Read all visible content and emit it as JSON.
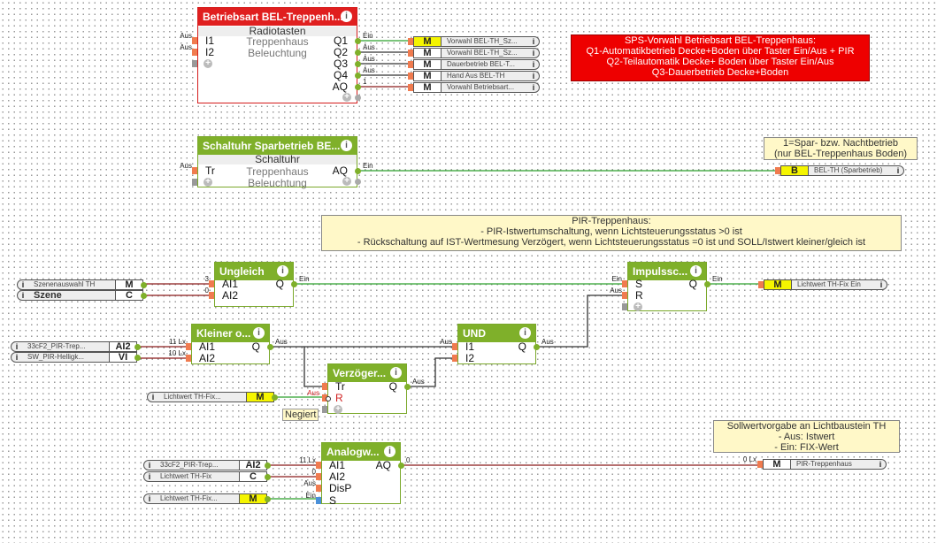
{
  "blocks": [
    {
      "title": "Betriebsart BEL-Treppenh...",
      "header": "Radiotasten",
      "lines": [
        "Treppenhaus",
        "Beleuchtung"
      ],
      "inputs": [
        {
          "label": "I1",
          "value": "Aus"
        },
        {
          "label": "I2",
          "value": "Aus"
        }
      ],
      "outputs": [
        {
          "label": "Q1",
          "value": "Ein"
        },
        {
          "label": "Q2",
          "value": "Aus"
        },
        {
          "label": "Q3",
          "value": "Aus"
        },
        {
          "label": "Q4",
          "value": "Aus"
        },
        {
          "label": "AQ",
          "value": "1"
        }
      ]
    },
    {
      "title": "Schaltuhr Sparbetrieb BE...",
      "header": "Schaltuhr",
      "lines": [
        "Treppenhaus",
        "Beleuchtung"
      ],
      "inputs": [
        {
          "label": "Tr",
          "value": "Aus"
        }
      ],
      "outputs": [
        {
          "label": "AQ",
          "value": "Ein"
        }
      ]
    },
    {
      "title": "Ungleich",
      "inputs": [
        {
          "label": "AI1",
          "value": "3"
        },
        {
          "label": "AI2",
          "value": "0"
        }
      ],
      "outputs": [
        {
          "label": "Q",
          "value": "Ein"
        }
      ]
    },
    {
      "title": "Impulssc...",
      "inputs": [
        {
          "label": "S",
          "value": "Ein"
        },
        {
          "label": "R",
          "value": "Aus"
        }
      ],
      "outputs": [
        {
          "label": "Q",
          "value": "Ein"
        }
      ]
    },
    {
      "title": "Kleiner o...",
      "inputs": [
        {
          "label": "AI1",
          "value": "11 Lx"
        },
        {
          "label": "AI2",
          "value": "10 Lx"
        }
      ],
      "outputs": [
        {
          "label": "Q",
          "value": "Aus"
        }
      ]
    },
    {
      "title": "UND",
      "inputs": [
        {
          "label": "I1",
          "value": "Aus"
        },
        {
          "label": "I2",
          "value": ""
        }
      ],
      "outputs": [
        {
          "label": "Q",
          "value": "Aus"
        }
      ]
    },
    {
      "title": "Verzöger...",
      "inputs": [
        {
          "label": "Tr",
          "value": ""
        },
        {
          "label": "R",
          "value": "Aus"
        }
      ],
      "outputs": [
        {
          "label": "Q",
          "value": "Aus"
        }
      ],
      "negated_label": "Negiert"
    },
    {
      "title": "Analogw...",
      "inputs": [
        {
          "label": "AI1",
          "value": "11 Lx"
        },
        {
          "label": "AI2",
          "value": "0"
        },
        {
          "label": "DisP",
          "value": "Aus"
        },
        {
          "label": "S",
          "value": "Ein"
        }
      ],
      "outputs": [
        {
          "label": "AQ",
          "value": "0"
        }
      ]
    }
  ],
  "refs": [
    {
      "type": "M",
      "name": "Vorwahl  BEL-TH_Sz...",
      "dir": "out",
      "active": true
    },
    {
      "type": "M",
      "name": "Vorwahl  BEL-TH_Sz...",
      "dir": "out"
    },
    {
      "type": "M",
      "name": "Dauerbetrieb  BEL-T...",
      "dir": "out"
    },
    {
      "type": "M",
      "name": "Hand Aus BEL-TH",
      "dir": "out"
    },
    {
      "type": "M",
      "name": "Vorwahl  Betriebsart...",
      "dir": "out"
    },
    {
      "type": "B",
      "name": "BEL-TH (Sparbetrieb)",
      "dir": "out",
      "active": true
    },
    {
      "type": "M",
      "name": "Szenenauswahl TH",
      "dir": "in"
    },
    {
      "type": "C",
      "name": "Szene",
      "dir": "in",
      "bold": true
    },
    {
      "type": "M",
      "name": "Lichtwert TH-Fix Ein",
      "dir": "out",
      "active": true
    },
    {
      "type": "AI2",
      "name": "33cF2_PIR-Trep...",
      "dir": "in"
    },
    {
      "type": "VI",
      "name": "SW_PIR-Helligk...",
      "dir": "in"
    },
    {
      "type": "M",
      "name": "Lichtwert TH-Fix...",
      "dir": "in",
      "active": true
    },
    {
      "type": "AI2",
      "name": "33cF2_PIR-Trep...",
      "dir": "in"
    },
    {
      "type": "C",
      "name": "Lichtwert TH-Fix",
      "dir": "in"
    },
    {
      "type": "M",
      "name": "Lichtwert TH-Fix...",
      "dir": "in",
      "active": true
    },
    {
      "type": "M",
      "name": "PIR-Treppenhaus",
      "dir": "out",
      "input_value": "0 Lx"
    }
  ],
  "notes": [
    {
      "lines": [
        "SPS-Vorwahl Betriebsart BEL-Treppenhaus:",
        "Q1-Automatikbetrieb Decke+Boden über Taster Ein/Aus + PIR",
        "Q2-Teilautomatik Decke+ Boden über Taster Ein/Aus",
        "Q3-Dauerbetrieb Decke+Boden"
      ]
    },
    {
      "lines": [
        "1=Spar- bzw. Nachtbetrieb",
        "(nur BEL-Treppenhaus Boden)"
      ]
    },
    {
      "lines": [
        "PIR-Treppenhaus:",
        "- PIR-Istwertumschaltung, wenn Lichtsteuerungsstatus >0 ist",
        "- Rückschaltung auf IST-Wertmesung Verzögert, wenn Lichtsteuerungsstatus =0 ist und SOLL/Istwert kleiner/gleich ist"
      ]
    },
    {
      "lines": [
        "Sollwertvorgabe an Lichtbaustein TH",
        "- Aus: Istwert",
        "- Ein: FIX-Wert"
      ]
    }
  ],
  "colors": {
    "block_green": "#7fb02a",
    "block_red": "#e01f1f",
    "wire_on": "#2ca02c",
    "wire_off": "#333333",
    "wire_analog": "#8b1a1a",
    "memory_active": "#f5f500"
  }
}
